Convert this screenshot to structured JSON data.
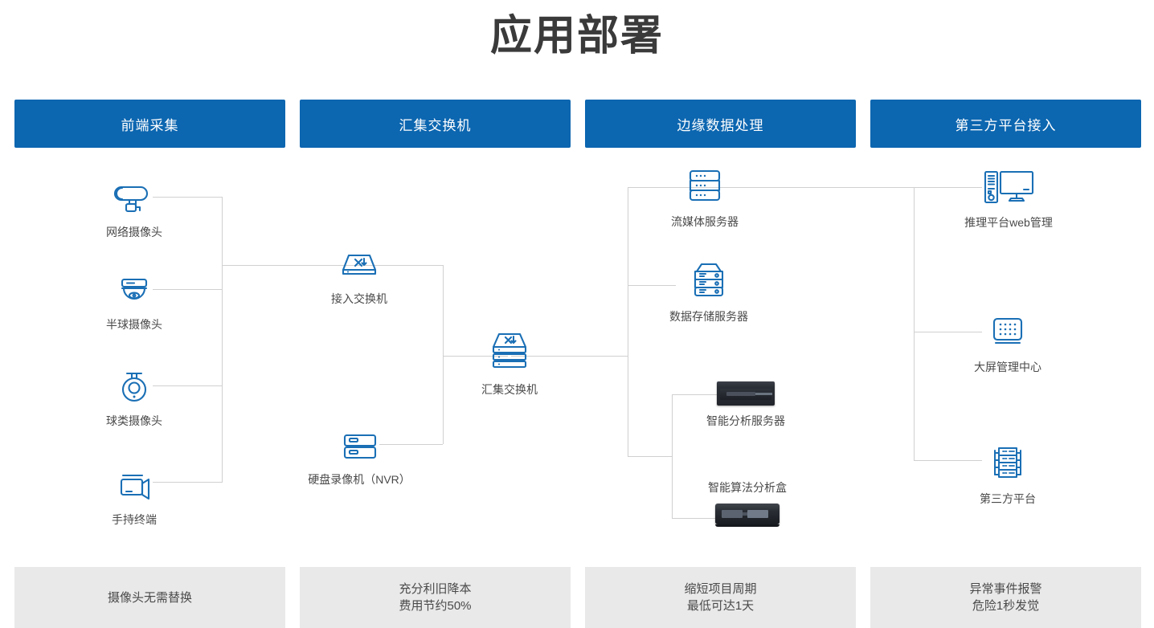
{
  "title": "应用部署",
  "theme": {
    "header_bg": "#0c66b0",
    "header_text": "#ffffff",
    "footer_bg": "#e9e9e9",
    "icon_color": "#1a6fb5",
    "line_color": "#d0d0d0",
    "title_color": "#3a3a3a"
  },
  "columns": [
    {
      "header": "前端采集",
      "footer_lines": [
        "摄像头无需替换"
      ],
      "nodes": [
        {
          "label": "网络摄像头",
          "icon": "bullet-camera-icon"
        },
        {
          "label": "半球摄像头",
          "icon": "dome-camera-icon"
        },
        {
          "label": "球类摄像头",
          "icon": "ptz-ball-camera-icon"
        },
        {
          "label": "手持终端",
          "icon": "handheld-camcorder-icon"
        }
      ]
    },
    {
      "header": "汇集交换机",
      "footer_lines": [
        "充分利旧降本",
        "费用节约50%"
      ],
      "nodes": [
        {
          "label": "接入交换机",
          "icon": "access-switch-icon"
        },
        {
          "label": "硬盘录像机（NVR）",
          "icon": "nvr-icon"
        }
      ]
    },
    {
      "header": "边缘数据处理",
      "footer_lines": [
        "缩短项目周期",
        "最低可达1天"
      ],
      "nodes": [
        {
          "label": "流媒体服务器",
          "icon": "rack-server-icon"
        },
        {
          "label": "数据存储服务器",
          "icon": "storage-server-icon"
        },
        {
          "label": "智能分析服务器",
          "icon": "analysis-server-photo"
        },
        {
          "label": "智能算法分析盒",
          "icon": "algorithm-box-photo"
        }
      ]
    },
    {
      "header": "第三方平台接入",
      "footer_lines": [
        "异常事件报警",
        "危险1秒发觉"
      ],
      "nodes": [
        {
          "label": "推理平台web管理",
          "icon": "desktop-pc-icon"
        },
        {
          "label": "大屏管理中心",
          "icon": "video-wall-icon"
        },
        {
          "label": "第三方平台",
          "icon": "platform-rack-icon"
        }
      ]
    }
  ],
  "center_node": {
    "label": "汇集交换机",
    "icon": "aggregation-switch-icon"
  }
}
